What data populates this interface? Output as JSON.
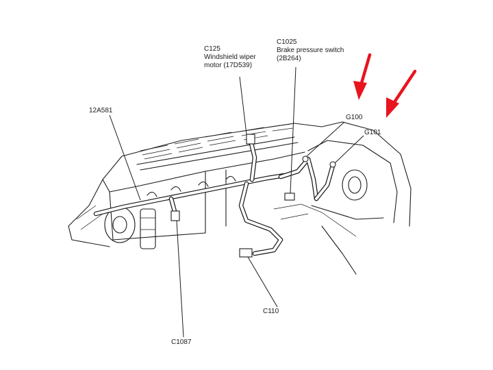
{
  "labels": {
    "c125": {
      "code": "C125",
      "line1": "Windshield wiper",
      "line2": "motor (17D539)"
    },
    "c1025": {
      "code": "C1025",
      "line1": "Brake pressure switch",
      "line2": "(2B264)"
    },
    "harness": {
      "code": "12A581"
    },
    "g100": {
      "code": "G100"
    },
    "g101": {
      "code": "G101"
    },
    "c110": {
      "code": "C110"
    },
    "c1087": {
      "code": "C1087"
    }
  },
  "colors": {
    "ink": "#1a1a1a",
    "arrow": "#e8141e",
    "background": "#ffffff"
  }
}
